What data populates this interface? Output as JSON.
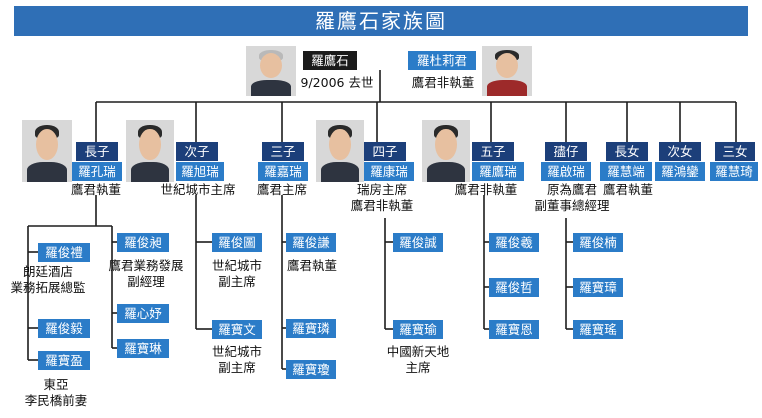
{
  "title": "羅鷹石家族圖",
  "patriarch": {
    "name": "羅鷹石",
    "note": "9/2006 去世"
  },
  "matriarch": {
    "name": "羅杜莉君",
    "note": "鷹君非執董"
  },
  "children": [
    {
      "tag": "長子",
      "name": "羅孔瑞",
      "role": "鷹君執董"
    },
    {
      "tag": "次子",
      "name": "羅旭瑞",
      "role": "世紀城市主席"
    },
    {
      "tag": "三子",
      "name": "羅嘉瑞",
      "role": "鷹君主席"
    },
    {
      "tag": "四子",
      "name": "羅康瑞",
      "role": "瑞房主席\n鷹君非執董"
    },
    {
      "tag": "五子",
      "name": "羅鷹瑞",
      "role": "鷹君非執董"
    },
    {
      "tag": "孻仔",
      "name": "羅啟瑞",
      "role": "原為鷹君\n副董事總經理"
    },
    {
      "tag": "長女",
      "name": "羅慧端",
      "role": "鷹君執董"
    },
    {
      "tag": "次女",
      "name": "羅鴻鑾",
      "role": ""
    },
    {
      "tag": "三女",
      "name": "羅慧琦",
      "role": ""
    }
  ],
  "grandchildren": {
    "g1a": {
      "name": "羅俊禮",
      "role": "朗廷酒店\n業務拓展總監"
    },
    "g1b": {
      "name": "羅俊毅",
      "role": ""
    },
    "g1c": {
      "name": "羅寶盈",
      "role": "東亞\n李民橋前妻"
    },
    "g1d": {
      "name": "羅俊昶",
      "role": "鷹君業務發展\n副經理"
    },
    "g1e": {
      "name": "羅心妤",
      "role": ""
    },
    "g1f": {
      "name": "羅寶琳",
      "role": ""
    },
    "g2a": {
      "name": "羅俊圖",
      "role": "世紀城市\n副主席"
    },
    "g2b": {
      "name": "羅寶文",
      "role": "世紀城市\n副主席"
    },
    "g3a": {
      "name": "羅俊謙",
      "role": "鷹君執董"
    },
    "g3b": {
      "name": "羅寶璘",
      "role": ""
    },
    "g3c": {
      "name": "羅寶瓊",
      "role": ""
    },
    "g4a": {
      "name": "羅俊誠",
      "role": ""
    },
    "g4b": {
      "name": "羅寶瑜",
      "role": "中國新天地\n主席"
    },
    "g5a": {
      "name": "羅俊羲",
      "role": ""
    },
    "g5b": {
      "name": "羅俊哲",
      "role": ""
    },
    "g5c": {
      "name": "羅寶恩",
      "role": ""
    },
    "g6a": {
      "name": "羅俊楠",
      "role": ""
    },
    "g6b": {
      "name": "羅寶璋",
      "role": ""
    },
    "g6c": {
      "name": "羅寶瑤",
      "role": ""
    }
  },
  "colors": {
    "header": "#2f6fb6",
    "box": "#2b7cc8",
    "tag": "#1c3f7a",
    "patriarch": "#1b1b1b",
    "line": "#1d1d1d"
  }
}
